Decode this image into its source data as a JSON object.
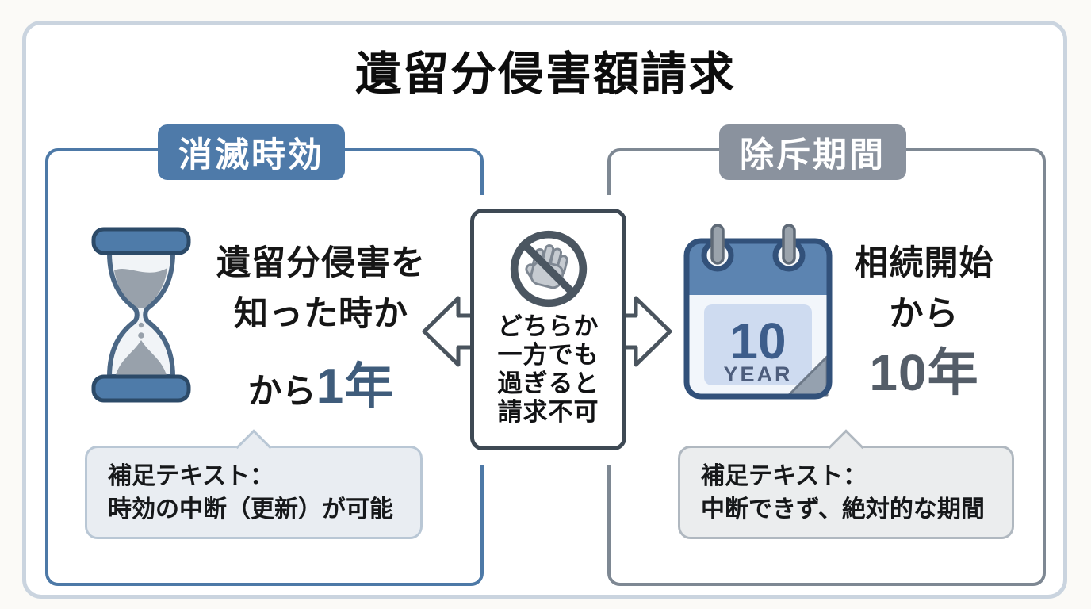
{
  "title": "遺留分侵害額請求",
  "left_panel": {
    "header": "消滅時効",
    "icon": "hourglass-icon",
    "main_lines": [
      "遺留分侵害を",
      "知った時か"
    ],
    "duration_prefix": "から",
    "duration_value": "1年",
    "note": {
      "label": "補足テキスト：",
      "text": "時効の中断（更新）が可能"
    }
  },
  "right_panel": {
    "header": "除斥期間",
    "icon": "calendar-icon",
    "main_lines": [
      "相続開始",
      "から"
    ],
    "duration_value": "10年",
    "calendar": {
      "number": "10",
      "unit": "YEAR"
    },
    "note": {
      "label": "補足テキスト：",
      "text": "中断できず、絶対的な期間"
    }
  },
  "center_box": {
    "icon": "no-hand-prohibition-icon",
    "lines": [
      "どちらか",
      "一方でも",
      "過ぎると",
      "請求不可"
    ]
  },
  "icons": {
    "left": "hourglass-icon",
    "right": "calendar-icon",
    "center": "no-hand-prohibition-icon",
    "connectors": [
      "arrow-left-icon",
      "arrow-right-icon"
    ]
  },
  "colors": {
    "left_accent": "#4e7aa9",
    "right_accent": "#8a929e",
    "left_duration_text": "#3f5c7b",
    "right_duration_text": "#545d68",
    "center_border": "#3e4954",
    "outer_frame": "#cad4df",
    "note_bg_left": "#e9edf2",
    "note_bg_right": "#ebedee"
  }
}
